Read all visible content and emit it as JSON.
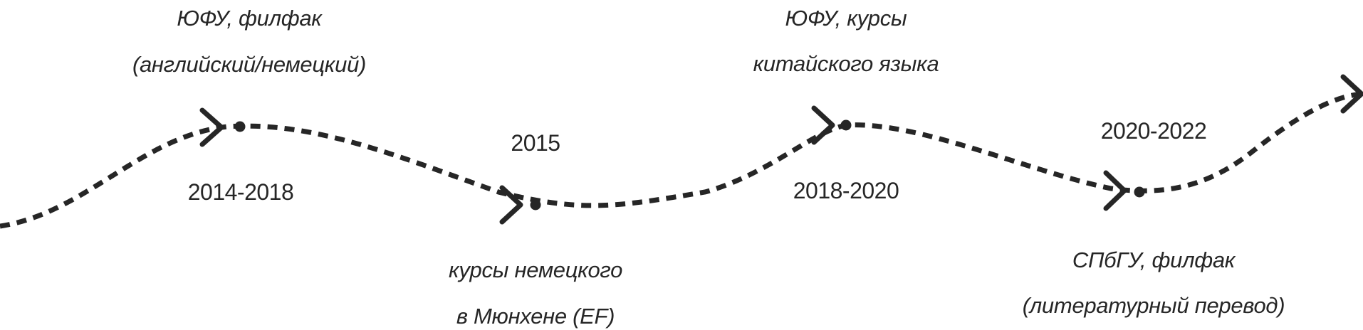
{
  "theme": {
    "ink": "#262626"
  },
  "milestones": [
    {
      "id": "yufu-filfak",
      "years": "2014-2018",
      "title_line1": "ЮФУ, филфак",
      "title_line2": "(английский/немецкий)"
    },
    {
      "id": "ef-munich",
      "years": "2015",
      "title_line1": "курсы немецкого",
      "title_line2": "в Мюнхене (EF)"
    },
    {
      "id": "yufu-chinese",
      "years": "2018-2020",
      "title_line1": "ЮФУ, курсы",
      "title_line2": "китайского языка"
    },
    {
      "id": "spbgu-filfak",
      "years": "2020-2022",
      "title_line1": "СПбГУ, филфак",
      "title_line2": "(литературный перевод)"
    }
  ]
}
